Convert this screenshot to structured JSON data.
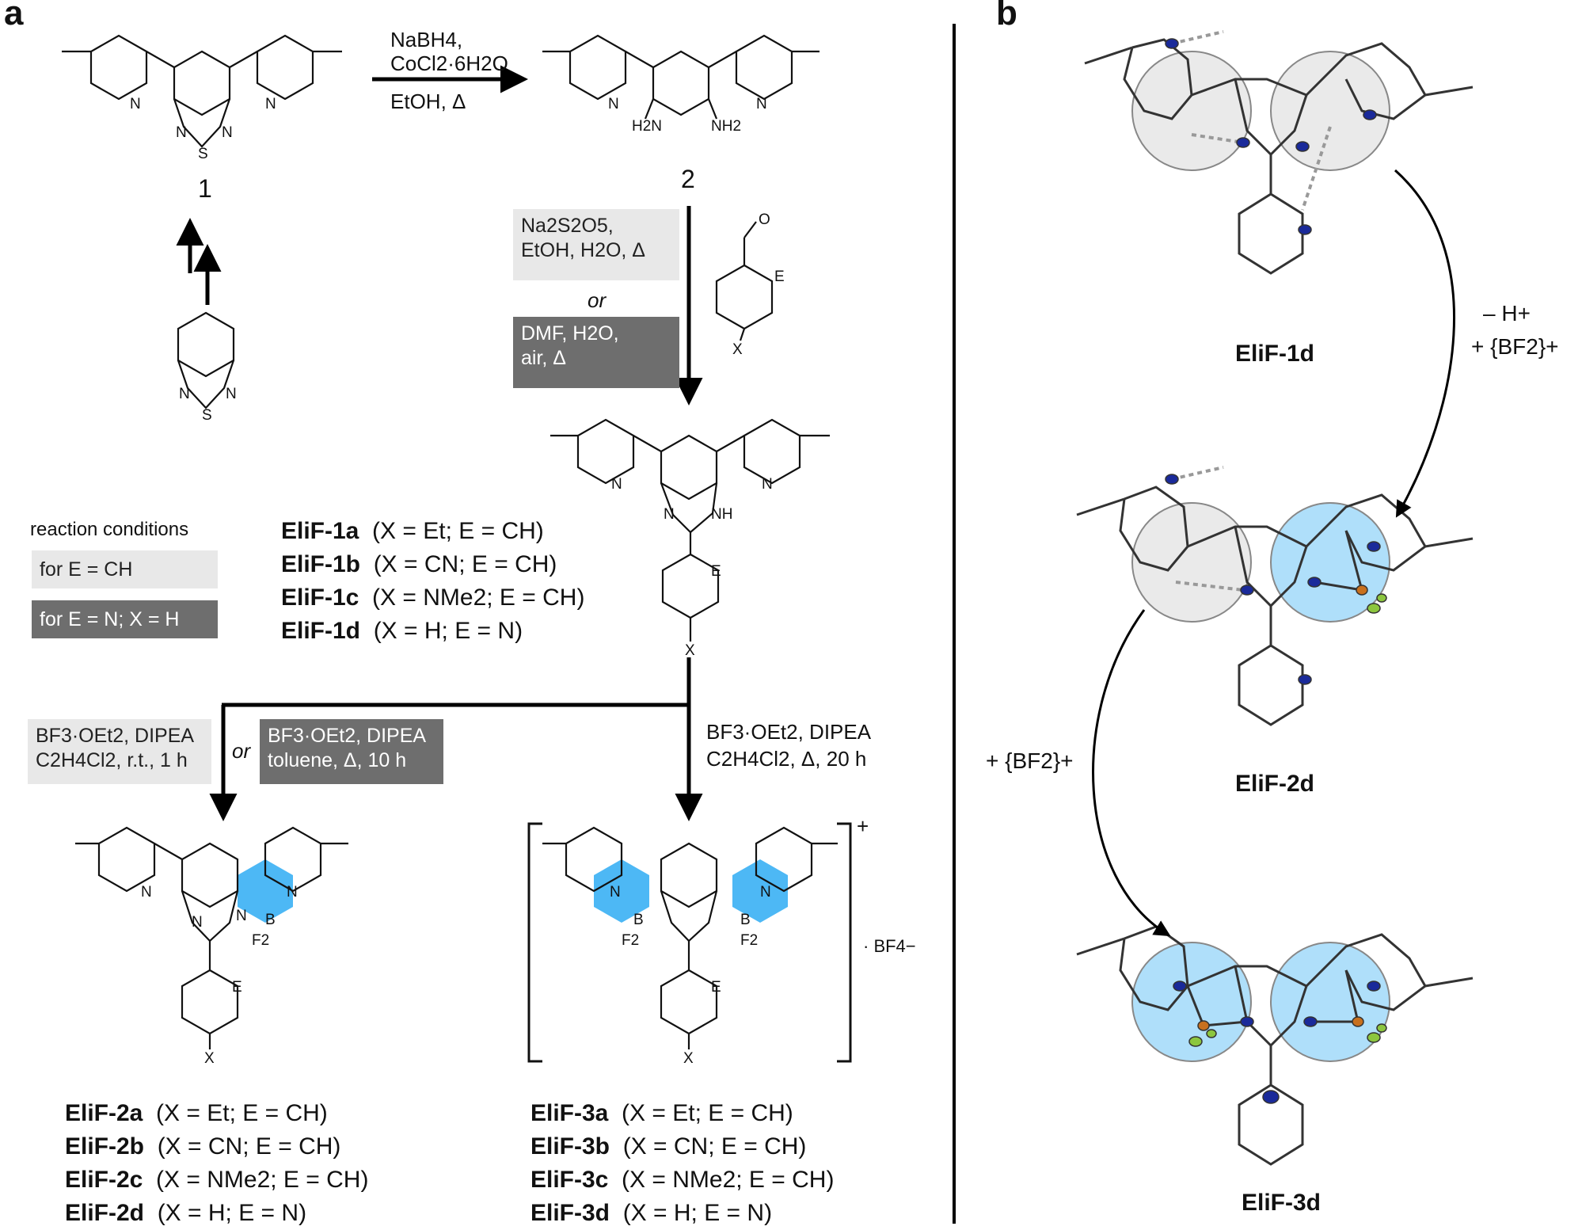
{
  "panels": {
    "a": "a",
    "b": "b"
  },
  "step1": {
    "line1": "NaBH4,",
    "line2": "CoCl2·6H2O",
    "line3": "EtOH, Δ"
  },
  "step2": {
    "light_line1": "Na2S2O5,",
    "light_line2": "EtOH, H2O, Δ",
    "or": "or",
    "dark_line1": "DMF, H2O,",
    "dark_line2": "air, Δ"
  },
  "step3_left": {
    "light_line1": "BF3·OEt2, DIPEA",
    "light_line2": "C2H4Cl2, r.t., 1 h",
    "or": "or",
    "dark_line1": "BF3·OEt2, DIPEA",
    "dark_line2": "toluene, Δ, 10 h"
  },
  "step3_right": {
    "line1": "BF3·OEt2, DIPEA",
    "line2": "C2H4Cl2, Δ, 20 h"
  },
  "compound_numbers": {
    "c1": "1",
    "c2": "2"
  },
  "legend": {
    "title": "reaction conditions",
    "light": "for E = CH",
    "dark": "for E = N; X = H"
  },
  "eliF1": [
    {
      "name": "EliF-1a",
      "desc": "(X = Et; E = CH)"
    },
    {
      "name": "EliF-1b",
      "desc": "(X = CN; E = CH)"
    },
    {
      "name": "EliF-1c",
      "desc": "(X = NMe2; E = CH)"
    },
    {
      "name": "EliF-1d",
      "desc": "(X = H; E = N)"
    }
  ],
  "eliF2": [
    {
      "name": "EliF-2a",
      "desc": "(X = Et; E = CH)"
    },
    {
      "name": "EliF-2b",
      "desc": "(X = CN; E = CH)"
    },
    {
      "name": "EliF-2c",
      "desc": "(X = NMe2; E = CH)"
    },
    {
      "name": "EliF-2d",
      "desc": "(X = H; E = N)"
    }
  ],
  "eliF3": [
    {
      "name": "EliF-3a",
      "desc": "(X = Et; E = CH)"
    },
    {
      "name": "EliF-3b",
      "desc": "(X = CN; E = CH)"
    },
    {
      "name": "EliF-3c",
      "desc": "(X = NMe2; E = CH)"
    },
    {
      "name": "EliF-3d",
      "desc": "(X = H; E = N)"
    }
  ],
  "atoms": {
    "N": "N",
    "S": "S",
    "NH": "NH",
    "E": "E",
    "X": "X",
    "O": "O",
    "B": "B",
    "F2": "F2",
    "NH2a": "H2N",
    "NH2b": "NH2",
    "charge": "+",
    "counterion": "· BF4−"
  },
  "panel_b": {
    "labels": {
      "d1": "EliF-1d",
      "d2": "EliF-2d",
      "d3": "EliF-3d"
    },
    "arrow1": {
      "line1": "– H+",
      "line2": "+ {BF2}+"
    },
    "arrow2": {
      "line1": "+ {BF2}+"
    }
  },
  "colors": {
    "chelate_blue": "#4db8f5",
    "light_circle": "#d9d9d9",
    "dark_box": "#6e6e6e",
    "light_box": "#e8e8e8",
    "nitrogen": "#1a2a9a",
    "boron": "#c8701e",
    "fluorine": "#8cc63f"
  }
}
